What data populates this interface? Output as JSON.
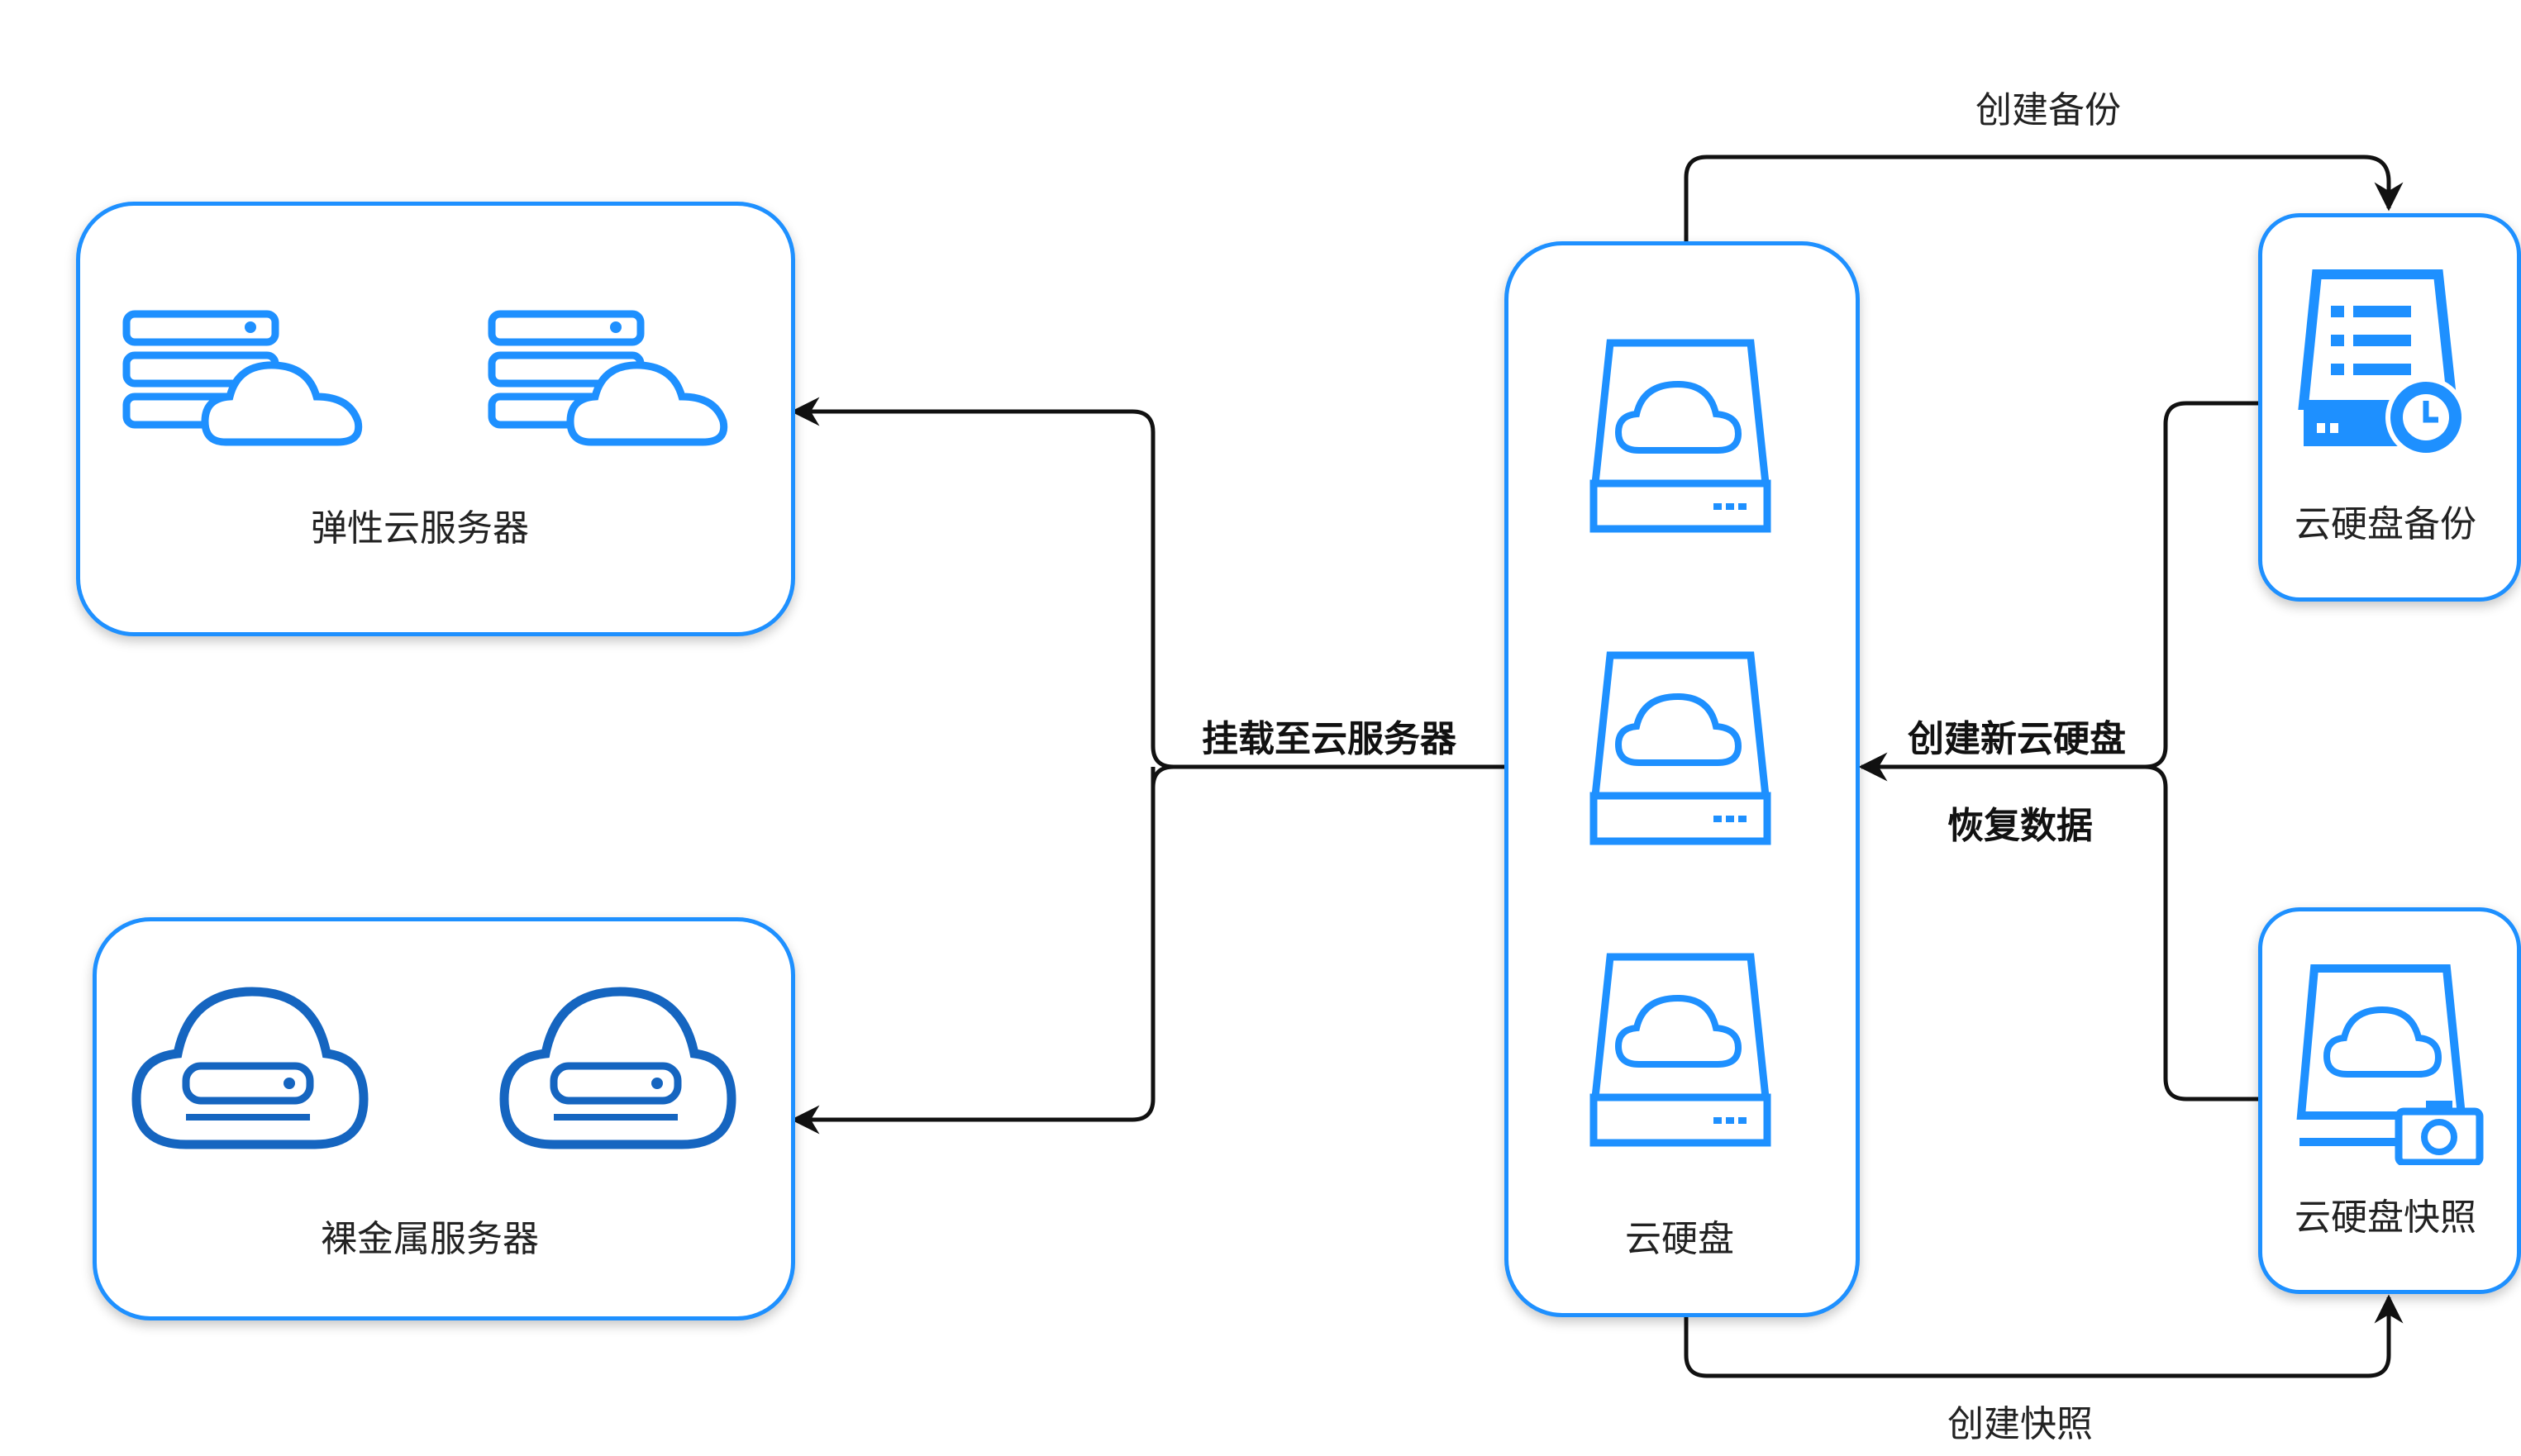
{
  "nodes": {
    "ecs": {
      "label": "弹性云服务器",
      "icon": "cloud-server-icon"
    },
    "bms": {
      "label": "裸金属服务器",
      "icon": "cloud-baremetal-icon"
    },
    "evs": {
      "label": "云硬盘",
      "icon": "cloud-disk-icon"
    },
    "backup": {
      "label": "云硬盘备份",
      "icon": "disk-backup-icon"
    },
    "snapshot": {
      "label": "云硬盘快照",
      "icon": "disk-snapshot-icon"
    }
  },
  "edges": {
    "create_backup": "创建备份",
    "attach": "挂载至云服务器",
    "create_new_disk": "创建新云硬盘",
    "restore_data": "恢复数据",
    "create_snapshot": "创建快照"
  },
  "colors": {
    "accent": "#1e90ff",
    "icon_dark": "#1565c0",
    "arrow": "#111111"
  }
}
